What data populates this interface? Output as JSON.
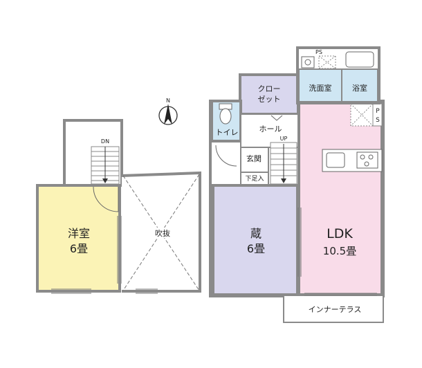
{
  "floors": {
    "upper": {
      "western_room": {
        "name": "洋室",
        "size": "6畳",
        "fill": "#fbf3b6"
      },
      "void": {
        "name": "吹抜"
      },
      "stair_label": "DN"
    },
    "lower": {
      "storage": {
        "name": "蔵",
        "size": "6畳",
        "fill": "#d9d7ee"
      },
      "ldk": {
        "name": "LDK",
        "size": "10.5畳",
        "fill": "#f9dce9"
      },
      "closet": {
        "line1": "クロー",
        "line2": "ゼット",
        "fill": "#d9d7ee"
      },
      "toilet": {
        "name": "トイレ",
        "fill": "#cfe6f3"
      },
      "hall": {
        "name": "ホール"
      },
      "entrance": {
        "name": "玄関"
      },
      "shoe_box": {
        "name": "下足入"
      },
      "washroom": {
        "name": "洗面室",
        "fill": "#cfe6f3"
      },
      "bathroom": {
        "name": "浴室",
        "fill": "#cfe6f3"
      },
      "inner_terrace": {
        "name": "インナーテラス"
      },
      "stair_label": "UP",
      "ps_top": "PS",
      "ps_right_1": "P",
      "ps_right_2": "S"
    }
  },
  "compass": {
    "label": "N"
  },
  "colors": {
    "wall": "#8a8a8a",
    "line": "#555555"
  }
}
